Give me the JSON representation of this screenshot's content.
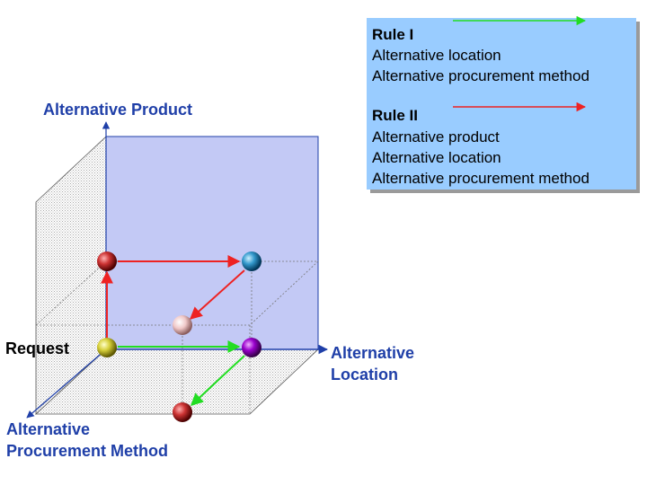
{
  "axes": {
    "product": "Alternative Product",
    "location_line1": "Alternative",
    "location_line2": "Location",
    "procurement_line1": "Alternative",
    "procurement_line2": "Procurement Method"
  },
  "request_label": "Request",
  "legend": {
    "rule1": {
      "title": "Rule I",
      "lines": [
        "Alternative location",
        "Alternative procurement method"
      ],
      "arrow_color": "#22dd22"
    },
    "rule2": {
      "title": "Rule II",
      "lines": [
        "Alternative product",
        "Alternative location",
        "Alternative procurement method"
      ],
      "arrow_color": "#ee2222"
    },
    "background": "#99ccff"
  },
  "colors": {
    "axis": "#1f3fa8",
    "back_face": "#c3c9f5",
    "rule1_arrow": "#22dd22",
    "rule2_arrow": "#ee2222",
    "node_request": "#c8c030",
    "node_product": "#cc3333",
    "node_product_location": "#3399cc",
    "node_product_location_procurement": "#f0c8c8",
    "node_location": "#9900cc",
    "node_location_procurement": "#cc2222"
  }
}
